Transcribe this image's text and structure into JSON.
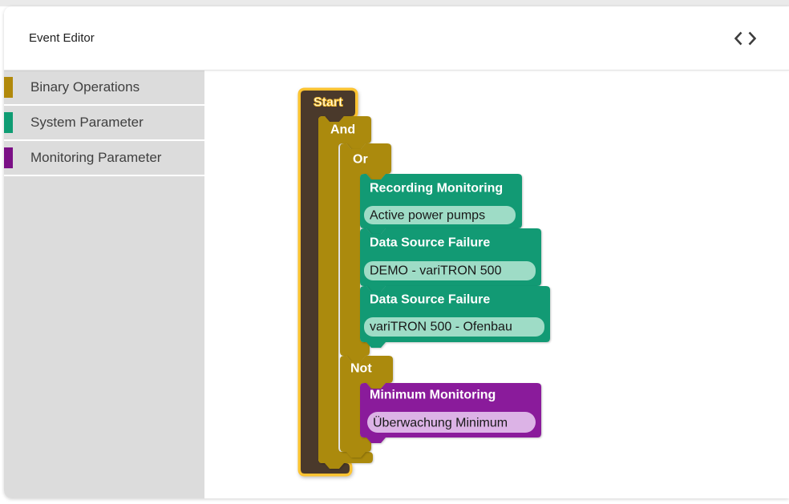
{
  "header": {
    "title": "Event Editor",
    "code_toggle_icon": "chevrons-left-right"
  },
  "sidebar": {
    "items": [
      {
        "label": "Binary Operations",
        "color": "#b1890b"
      },
      {
        "label": "System Parameter",
        "color": "#0f9c73"
      },
      {
        "label": "Monitoring Parameter",
        "color": "#7b1086"
      }
    ]
  },
  "workspace": {
    "colors": {
      "logic": "#ab8a0d",
      "selected_outline": "#fcc331",
      "start_fill": "#4a392b",
      "system": "#129a74",
      "system_field": "#9edcc6",
      "monitoring": "#8a1b9b",
      "monitoring_field": "#dcb3e6"
    },
    "start": {
      "label": "Start",
      "selected": true
    },
    "and": {
      "label": "And"
    },
    "or": {
      "label": "Or",
      "children": [
        {
          "title": "Recording Monitoring",
          "field": "Active power pumps"
        },
        {
          "title": "Data Source Failure",
          "field": "DEMO - variTRON 500"
        },
        {
          "title": "Data Source Failure",
          "field": "variTRON 500 - Ofenbau"
        }
      ]
    },
    "not": {
      "label": "Not",
      "children": [
        {
          "title": "Minimum Monitoring",
          "field": "Überwachung Minimum"
        }
      ]
    }
  }
}
